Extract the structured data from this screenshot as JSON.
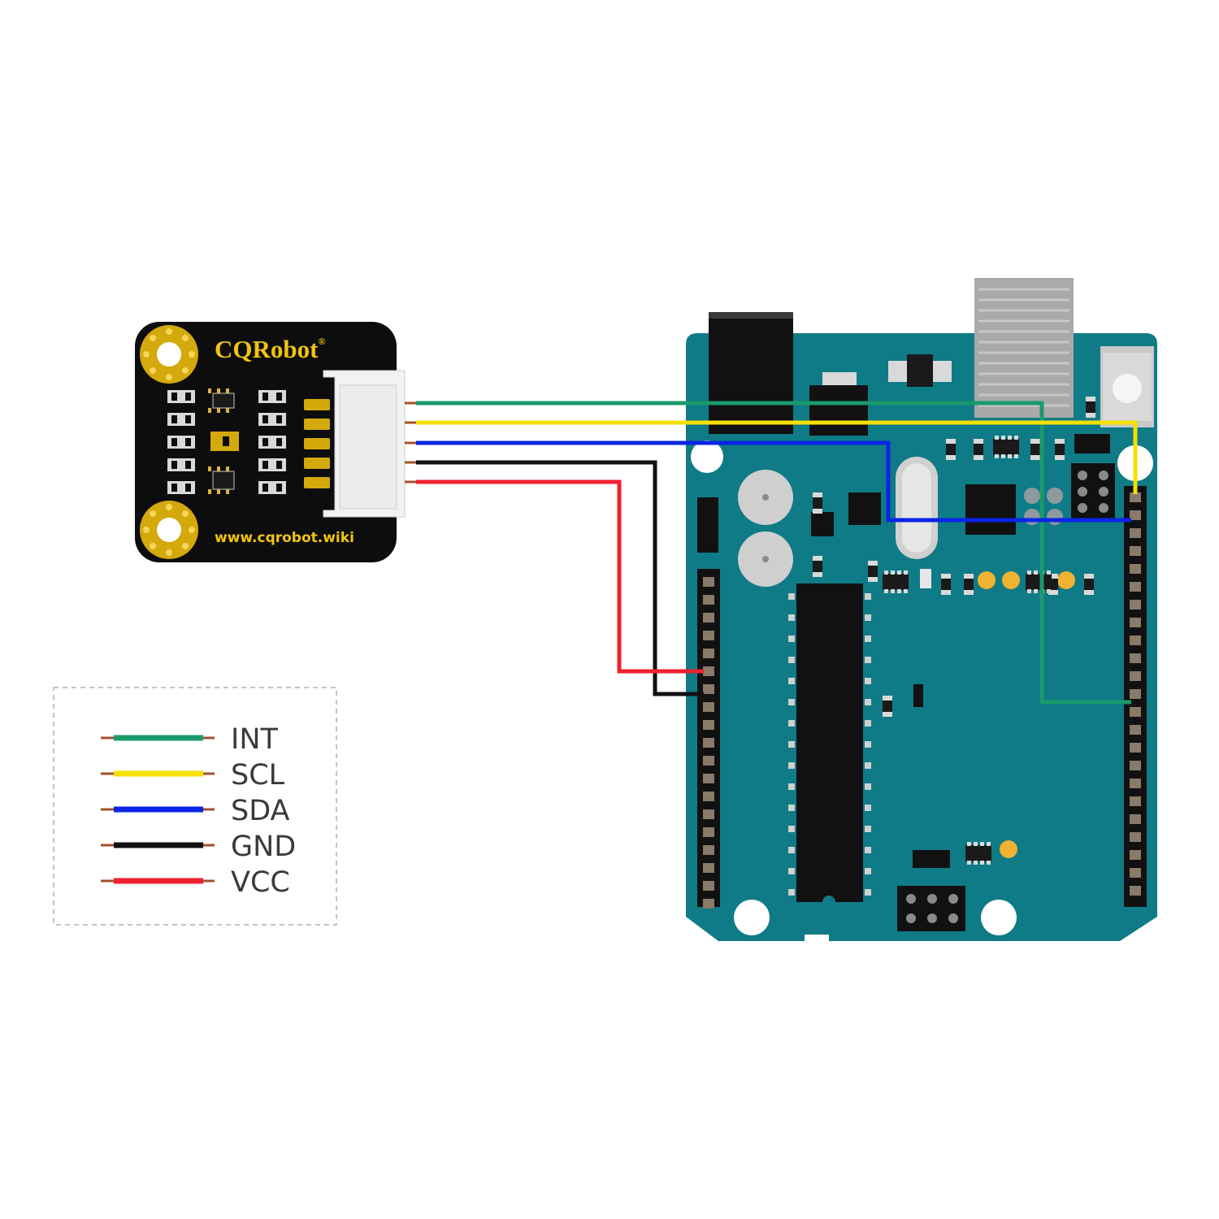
{
  "module": {
    "brand": "CQRobot",
    "registered_mark": "®",
    "url": "www.cqrobot.wiki"
  },
  "legend": {
    "items": [
      {
        "label": "INT",
        "color": "#1b9a6c"
      },
      {
        "label": "SCL",
        "color": "#f5e000"
      },
      {
        "label": "SDA",
        "color": "#0a24e6"
      },
      {
        "label": "GND",
        "color": "#111111"
      },
      {
        "label": "VCC",
        "color": "#ee2030"
      }
    ]
  },
  "colors": {
    "pcb_module": "#0d0d0d",
    "pcb_arduino": "#0f7b86",
    "silkscreen": "#f1c40f",
    "wire_int": "#1b9a6c",
    "wire_scl": "#f5e000",
    "wire_sda": "#0a24e6",
    "wire_gnd": "#111111",
    "wire_vcc": "#ee2030"
  }
}
